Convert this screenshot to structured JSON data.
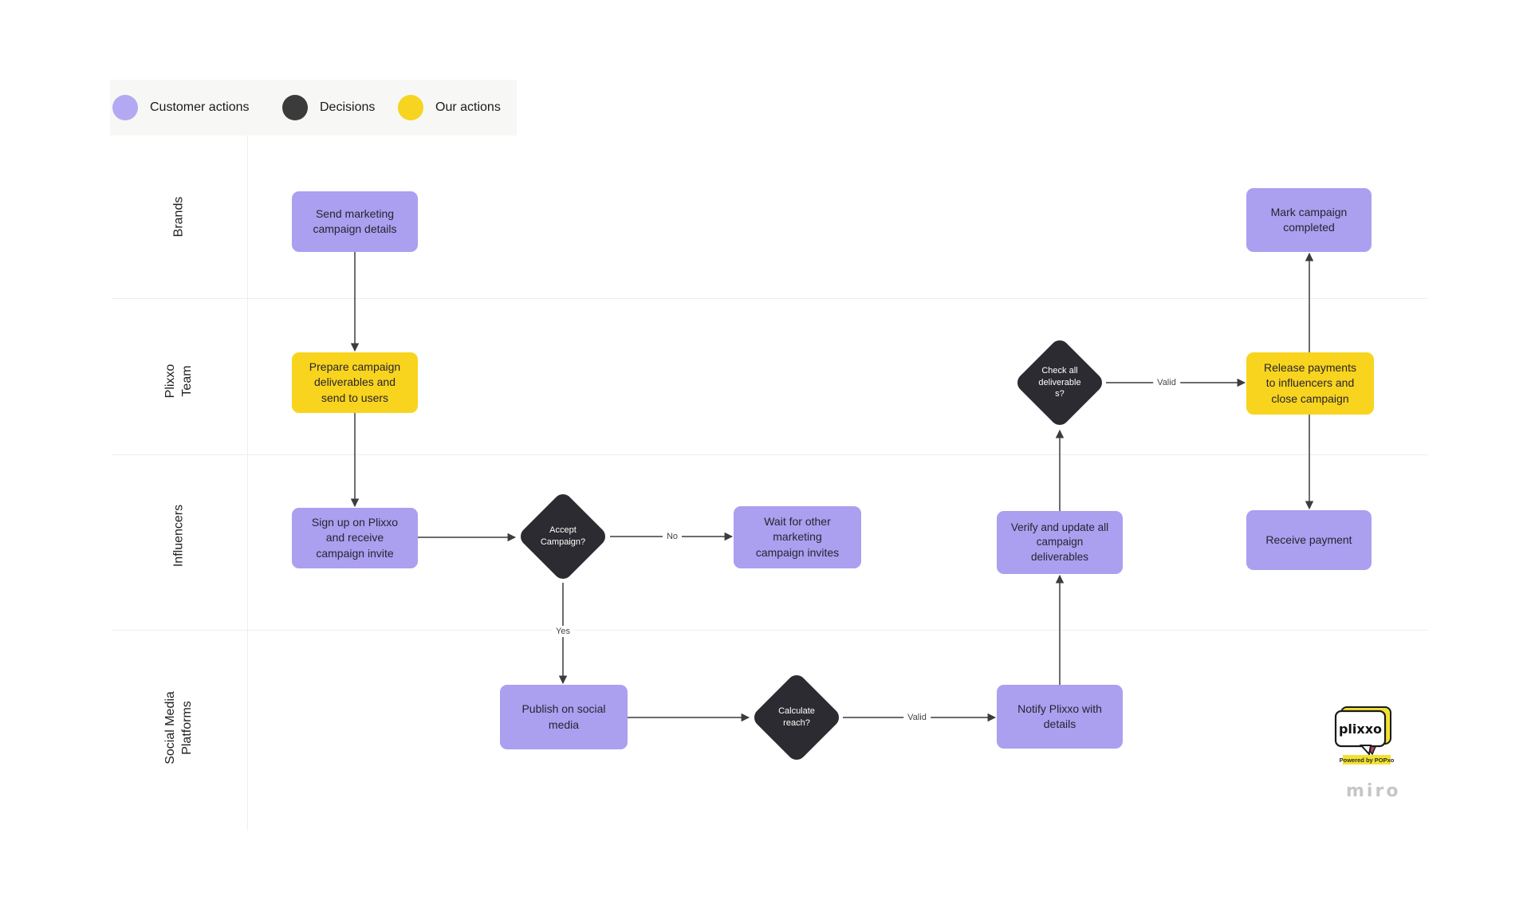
{
  "legend": {
    "items": [
      {
        "label": "Customer actions",
        "color": "#b3a9f2"
      },
      {
        "label": "Decisions",
        "color": "#3b3b3b"
      },
      {
        "label": "Our actions",
        "color": "#f6d41f"
      }
    ]
  },
  "lanes": [
    {
      "label": "Brands"
    },
    {
      "label": "Plixxo\nTeam"
    },
    {
      "label": "Influencers"
    },
    {
      "label": "Social Media\nPlatforms"
    }
  ],
  "nodes": {
    "send": {
      "label": "Send marketing\ncampaign details",
      "type": "customer"
    },
    "prepare": {
      "label": "Prepare campaign\ndeliverables and\nsend to users",
      "type": "ours"
    },
    "signup": {
      "label": "Sign up on Plixxo\nand receive\ncampaign invite",
      "type": "customer"
    },
    "accept": {
      "label": "Accept\nCampaign?",
      "type": "decision"
    },
    "wait": {
      "label": "Wait for other\nmarketing\ncampaign invites",
      "type": "customer"
    },
    "publish": {
      "label": "Publish on social\nmedia",
      "type": "customer"
    },
    "calc": {
      "label": "Calculate\nreach?",
      "type": "decision"
    },
    "notify": {
      "label": "Notify Plixxo with\ndetails",
      "type": "customer"
    },
    "verify": {
      "label": "Verify and update all\ncampaign\ndeliverables",
      "type": "customer"
    },
    "check": {
      "label": "Check all\ndeliverable\ns?",
      "type": "decision"
    },
    "release": {
      "label": "Release payments\nto influencers and\nclose campaign",
      "type": "ours"
    },
    "mark": {
      "label": "Mark campaign\ncompleted",
      "type": "customer"
    },
    "receive": {
      "label": "Receive payment",
      "type": "customer"
    }
  },
  "edges": {
    "accept_no": "No",
    "accept_yes": "Yes",
    "reach_valid": "Valid",
    "deliverables_valid": "Valid"
  },
  "branding": {
    "logo_text": "plixxo",
    "ribbon": "Powered by POPxo",
    "watermark": "miro"
  },
  "colors": {
    "customer_action": "#ab9ff0",
    "our_action": "#f8d41e",
    "decision": "#2b2b31",
    "arrow": "#3c3c40",
    "lane_line": "#eeeeee",
    "legend_bg": "#f7f7f6",
    "canvas_bg": "#ffffff"
  }
}
